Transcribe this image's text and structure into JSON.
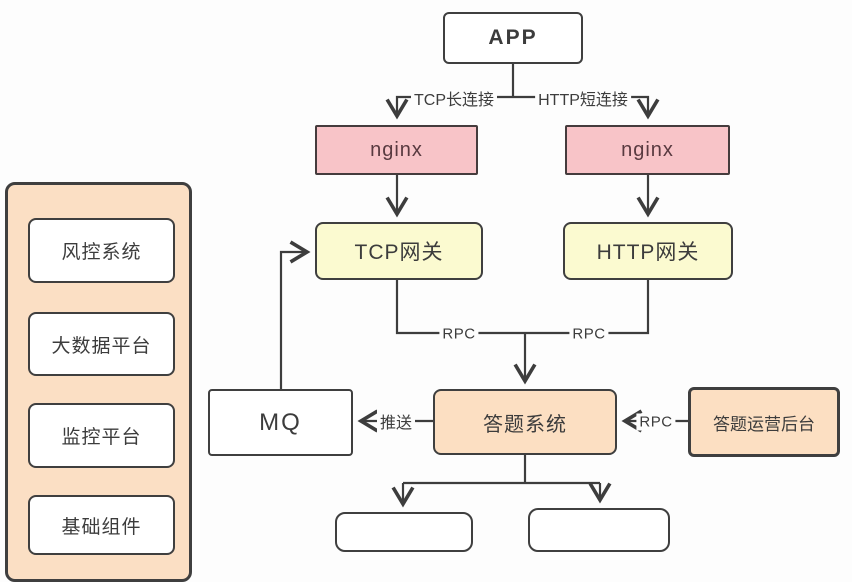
{
  "diagram": {
    "title_hint": "quiz-system-architecture",
    "nodes": {
      "app": {
        "label": "APP"
      },
      "nginx_left": {
        "label": "nginx"
      },
      "nginx_right": {
        "label": "nginx"
      },
      "tcp_gateway": {
        "label": "TCP网关"
      },
      "http_gateway": {
        "label": "HTTP网关"
      },
      "answer_system": {
        "label": "答题系统"
      },
      "mq": {
        "label": "MQ"
      },
      "admin_backend": {
        "label": "答题运营后台"
      },
      "bottom_left": {
        "label": ""
      },
      "bottom_right": {
        "label": ""
      }
    },
    "edge_labels": {
      "tcp_connection": "TCP长连接",
      "http_connection": "HTTP短连接",
      "rpc_tcp": "RPC",
      "rpc_http": "RPC",
      "push": "推送",
      "rpc_admin": "RPC"
    },
    "sidebar": {
      "items": [
        {
          "label": "风控系统"
        },
        {
          "label": "大数据平台"
        },
        {
          "label": "监控平台"
        },
        {
          "label": "基础组件"
        }
      ]
    },
    "colors": {
      "nginx_fill": "#f8c4c8",
      "nginx_text": "#593a40",
      "gateway_fill": "#fbfad0",
      "service_fill": "#fcdfc2",
      "sidebar_fill": "#fbdfc4",
      "box_border": "#3f3f3f",
      "line": "#3d3d3d",
      "background": "#fdfdfd"
    }
  }
}
